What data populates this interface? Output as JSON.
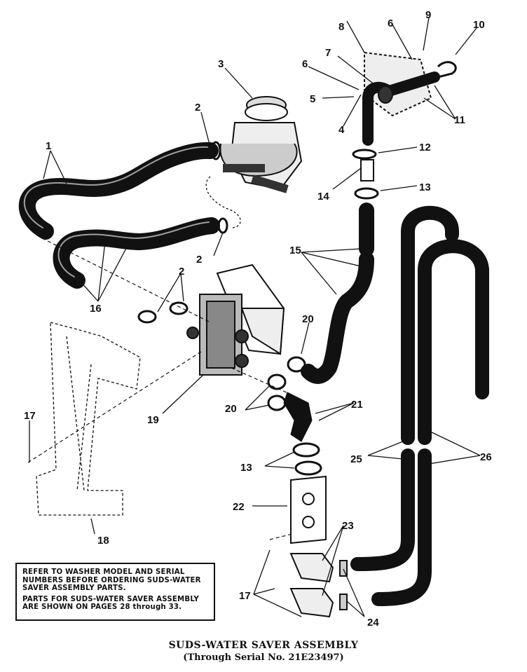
{
  "callouts": {
    "c1": "1",
    "c2a": "2",
    "c2b": "2",
    "c2c": "2",
    "c3": "3",
    "c4": "4",
    "c5": "5",
    "c6a": "6",
    "c6b": "6",
    "c7": "7",
    "c8": "8",
    "c9": "9",
    "c10": "10",
    "c11": "11",
    "c12": "12",
    "c13a": "13",
    "c13b": "13",
    "c14": "14",
    "c15": "15",
    "c16": "16",
    "c17a": "17",
    "c17b": "17",
    "c18": "18",
    "c19": "19",
    "c20a": "20",
    "c20b": "20",
    "c21": "21",
    "c22": "22",
    "c23": "23",
    "c24": "24",
    "c25": "25",
    "c26": "26"
  },
  "note": {
    "line1": "REFER TO WASHER MODEL AND SERIAL NUMBERS BEFORE ORDERING SUDS-WATER SAVER ASSEMBLY PARTS.",
    "line2": "PARTS FOR SUDS-WATER SAVER ASSEMBLY ARE SHOWN ON PAGES 28 through 33."
  },
  "caption": {
    "title": "SUDS-WATER SAVER ASSEMBLY",
    "subtitle": "(Through Serial No. 21E23497)"
  }
}
